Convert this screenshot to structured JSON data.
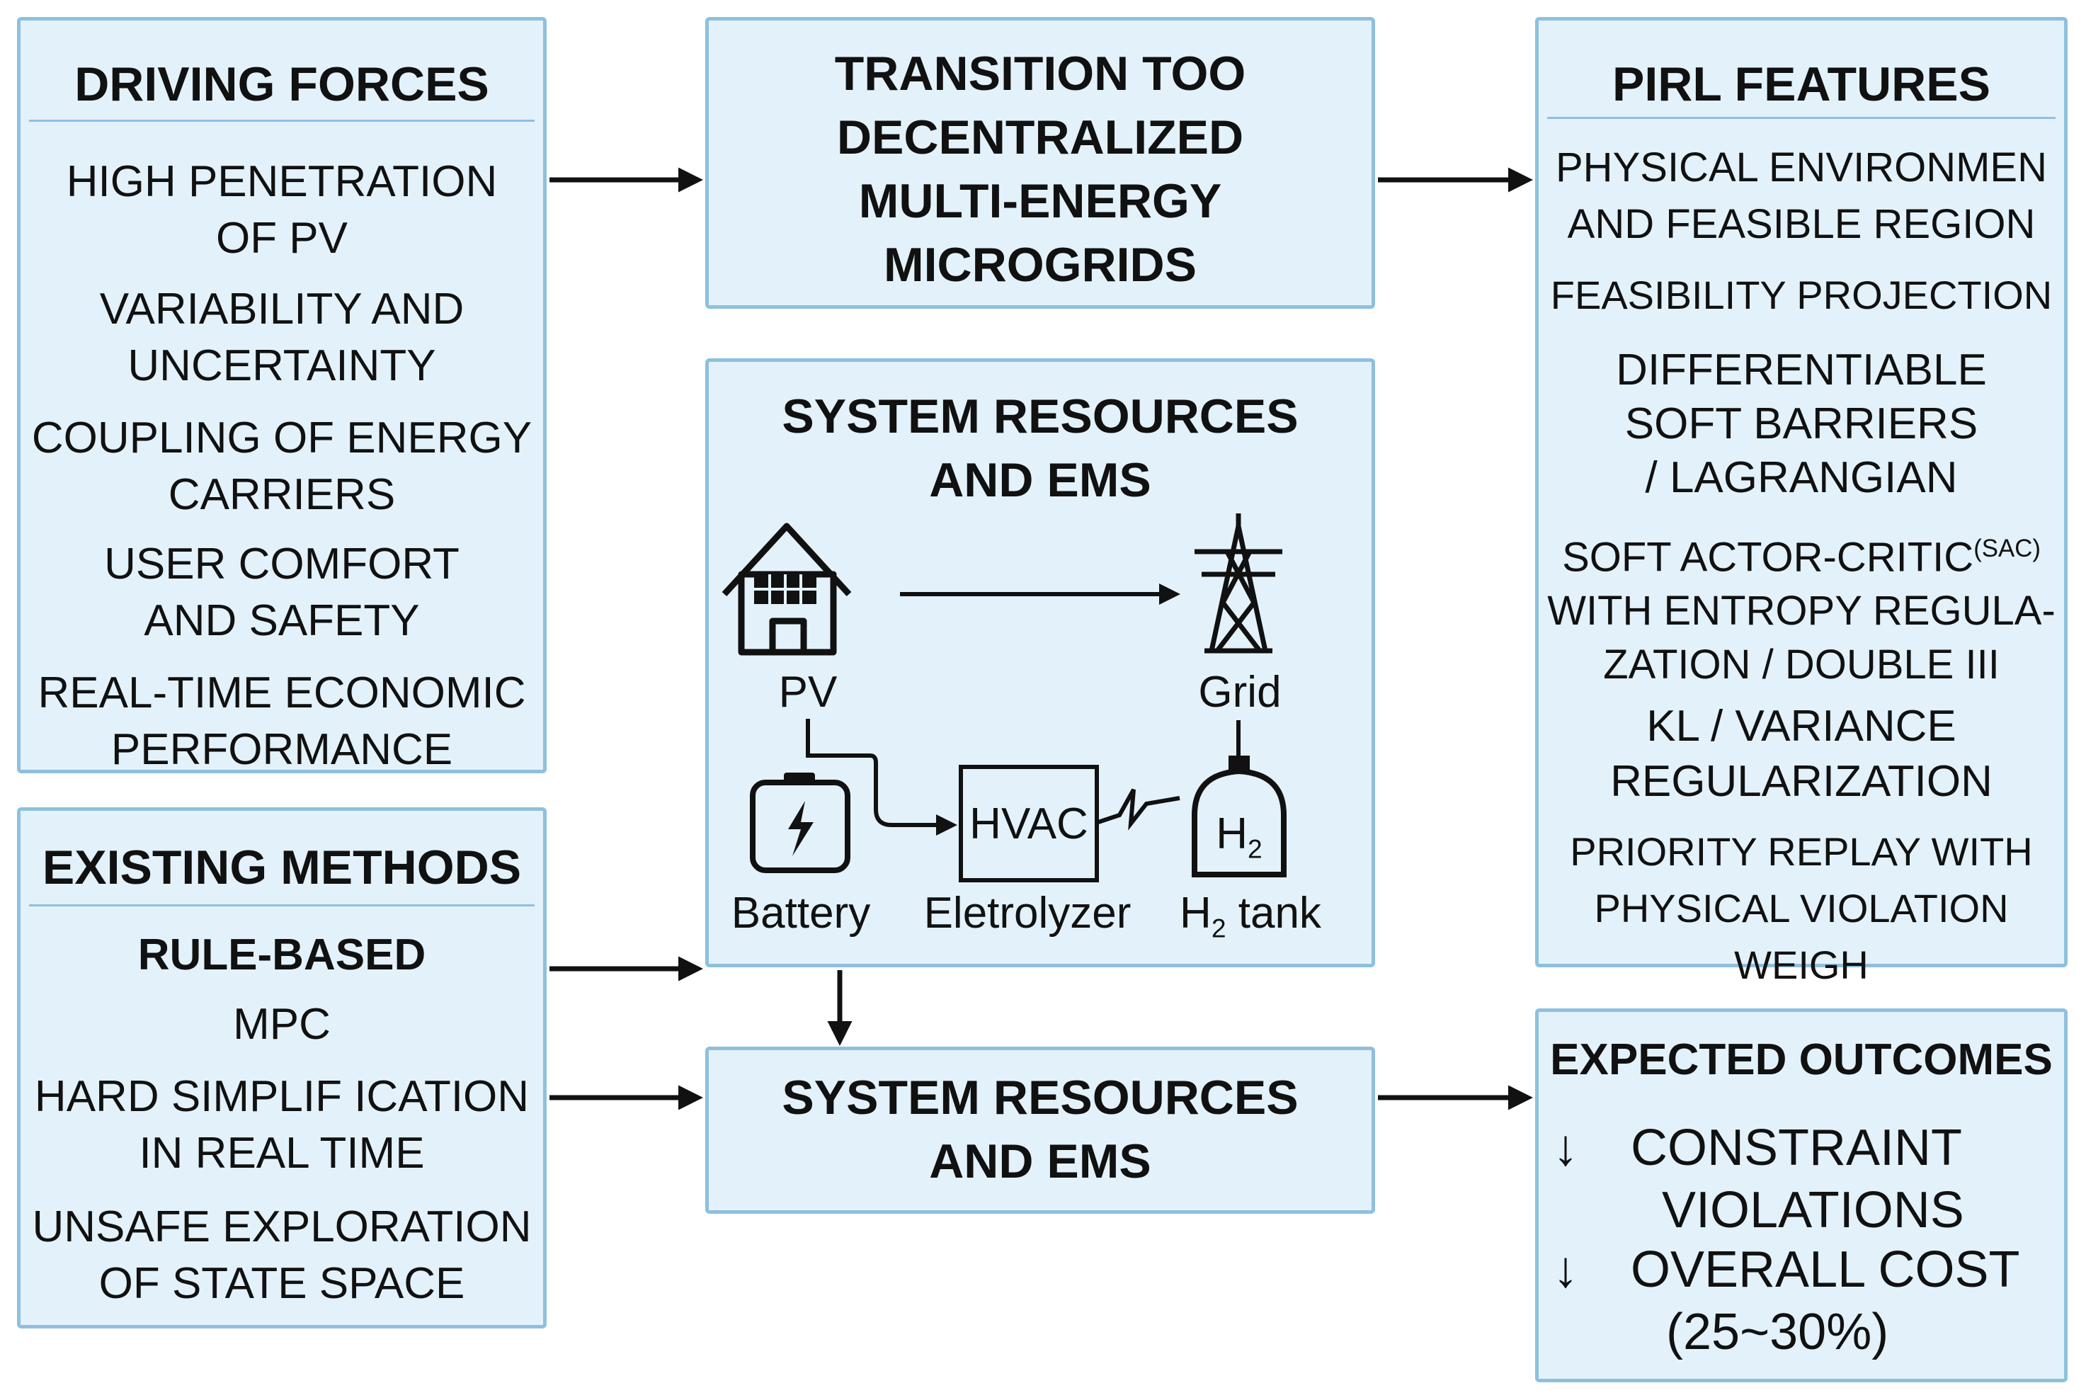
{
  "colors": {
    "box_fill": "#e3f2fa",
    "box_border": "#8ec0de",
    "text": "#111111",
    "arrow": "#111111"
  },
  "driving_forces": {
    "title": "DRIVING FORCES",
    "items": [
      [
        "HIGH PENETRATION",
        "OF PV"
      ],
      [
        "VARIABILITY AND",
        "UNCERTAINTY"
      ],
      [
        "COUPLING OF ENERGY",
        "CARRIERS"
      ],
      [
        "USER COMFORT",
        "AND SAFETY"
      ],
      [
        "REAL-TIME ECONOMIC",
        "PERFORMANCE"
      ]
    ]
  },
  "existing_methods": {
    "title": "EXISTING METHODS",
    "items": [
      [
        "RULE-BASED"
      ],
      [
        "MPC"
      ],
      [
        "HARD SIMPLIF ICATION",
        "IN REAL TIME"
      ],
      [
        "UNSAFE EXPLORATION",
        "OF STATE SPACE"
      ]
    ]
  },
  "transition": {
    "title_lines": [
      "TRANSITION TOO",
      "DECENTRALIZED",
      "MULTI-ENERGY",
      "MICROGRIDS"
    ]
  },
  "system_resources": {
    "title_lines": [
      "SYSTEM RESOURCES",
      "AND EMS"
    ],
    "icons": {
      "pv": "house-solar-icon",
      "grid": "transmission-tower-icon",
      "battery": "battery-icon",
      "hvac": "hvac-box",
      "h2_tank": "h2-tank-icon"
    },
    "labels": {
      "pv": "PV",
      "grid": "Grid",
      "battery": "Battery",
      "hvac": "HVAC",
      "electrolyzer": "Eletrolyzer",
      "h2_symbol": "H",
      "h2_sub": "2",
      "h2_tank_prefix": "H",
      "h2_tank_sub": "2",
      "h2_tank_suffix": " tank"
    }
  },
  "system_resources_bottom": {
    "title_lines": [
      "SYSTEM RESOURCES",
      "AND EMS"
    ]
  },
  "pirl_features": {
    "title": "PIRL FEATURES",
    "items": [
      [
        "PHYSICAL ENVIRONMEN",
        "AND FEASIBLE REGION"
      ],
      [
        "FEASIBILITY PROJECTION"
      ],
      [
        "DIFFERENTIABLE",
        "SOFT BARRIERS",
        "/ LAGRANGIAN"
      ],
      [
        "SOFT ACTOR-CRITIC",
        "WITH ENTROPY REGULA-",
        "ZATION / DOUBLE III"
      ],
      [
        "KL / VARIANCE",
        "REGULARIZATION"
      ],
      [
        "PRIORITY REPLAY WITH",
        "PHYSICAL VIOLATION WEIGH"
      ]
    ],
    "sac_superscript": "(SAC)"
  },
  "expected_outcomes": {
    "title": "EXPECTED OUTCOMES",
    "arrow_glyph": "↓",
    "items": [
      [
        "CONSTRAINT",
        "VIOLATIONS"
      ],
      [
        "OVERALL COST",
        "(25~30%)"
      ]
    ]
  }
}
